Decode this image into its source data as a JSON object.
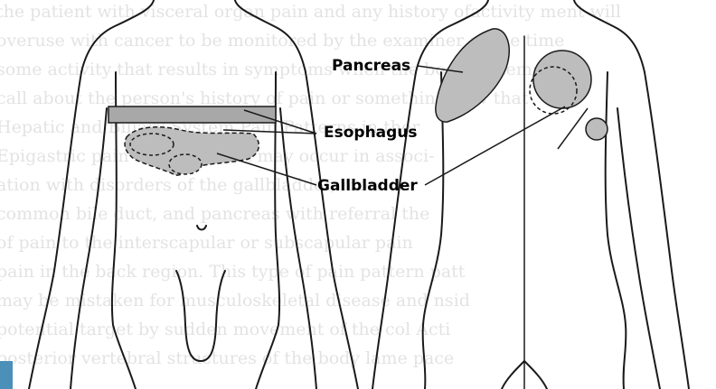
{
  "labels": {
    "pancreas": "Pancreas",
    "esophagus": "Esophagus",
    "gallbladder": "Gallbladder"
  },
  "colors": {
    "organ_fill": "#bdbdbd",
    "band_fill": "#a8a8a8",
    "line": "#1a1a1a",
    "accent": "#4a90b8"
  }
}
